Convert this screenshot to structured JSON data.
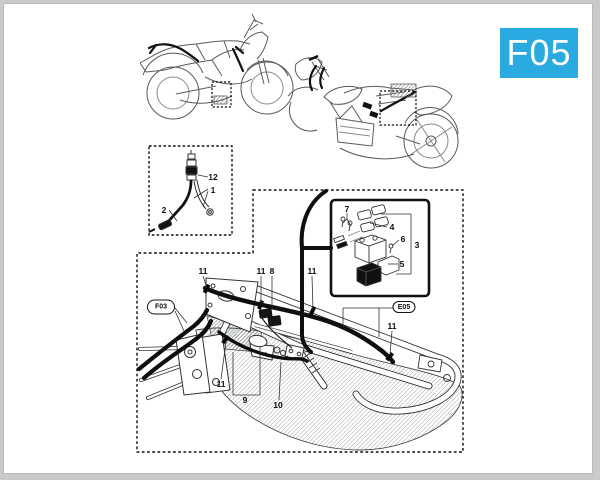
{
  "page": {
    "part_code": "F05",
    "accent_color": "#29abe2"
  },
  "cable_inset": {
    "callout_1": "1",
    "callout_2": "2",
    "callout_12": "12"
  },
  "battery_inset": {
    "callout_3": "3",
    "callout_4": "4",
    "callout_5": "5",
    "callout_6": "6",
    "callout_7": "7"
  },
  "frame_view": {
    "ref_f03": "F03",
    "ref_e05": "E05",
    "callout_8": "8",
    "callout_9": "9",
    "callout_10": "10",
    "callout_11": "11"
  }
}
